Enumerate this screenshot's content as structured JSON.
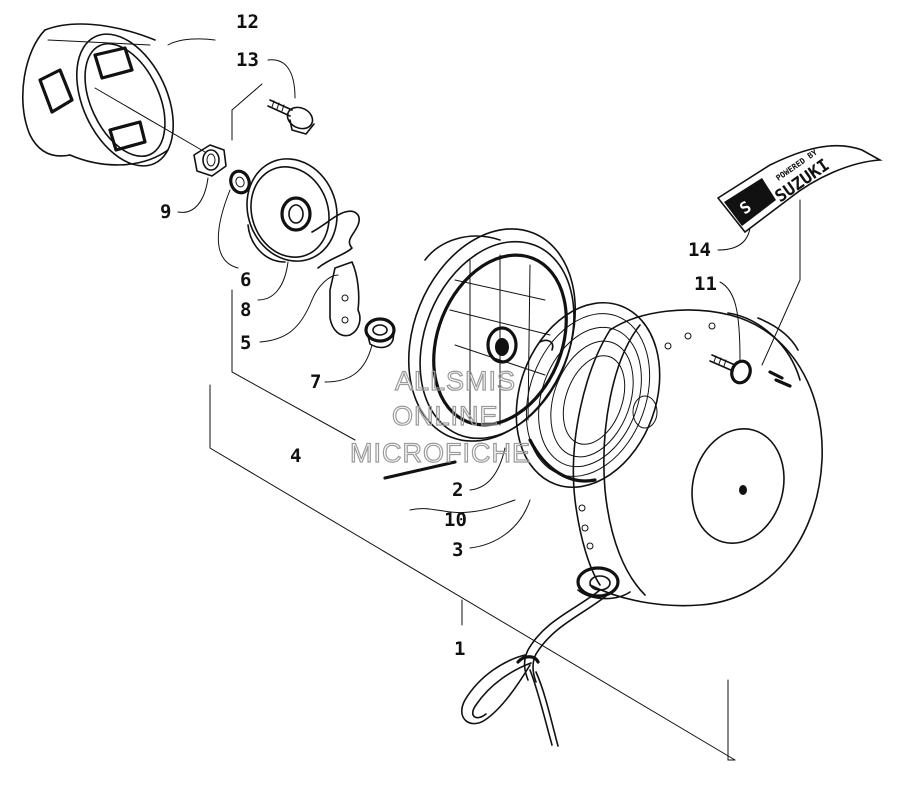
{
  "diagram": {
    "callouts": [
      {
        "id": "12",
        "label": "12"
      },
      {
        "id": "13",
        "label": "13"
      },
      {
        "id": "9",
        "label": "9"
      },
      {
        "id": "6",
        "label": "6"
      },
      {
        "id": "8",
        "label": "8"
      },
      {
        "id": "5",
        "label": "5"
      },
      {
        "id": "7",
        "label": "7"
      },
      {
        "id": "4",
        "label": "4"
      },
      {
        "id": "14",
        "label": "14"
      },
      {
        "id": "11",
        "label": "11"
      },
      {
        "id": "2",
        "label": "2"
      },
      {
        "id": "10",
        "label": "10"
      },
      {
        "id": "3",
        "label": "3"
      },
      {
        "id": "1",
        "label": "1"
      }
    ],
    "decal": {
      "line1": "POWERED BY",
      "line2": "SUZUKI",
      "logo_mark": "S"
    },
    "watermark": {
      "line1": "ALLSMIS",
      "line2": "ONLINE",
      "line3": "MICROFICHE"
    }
  }
}
